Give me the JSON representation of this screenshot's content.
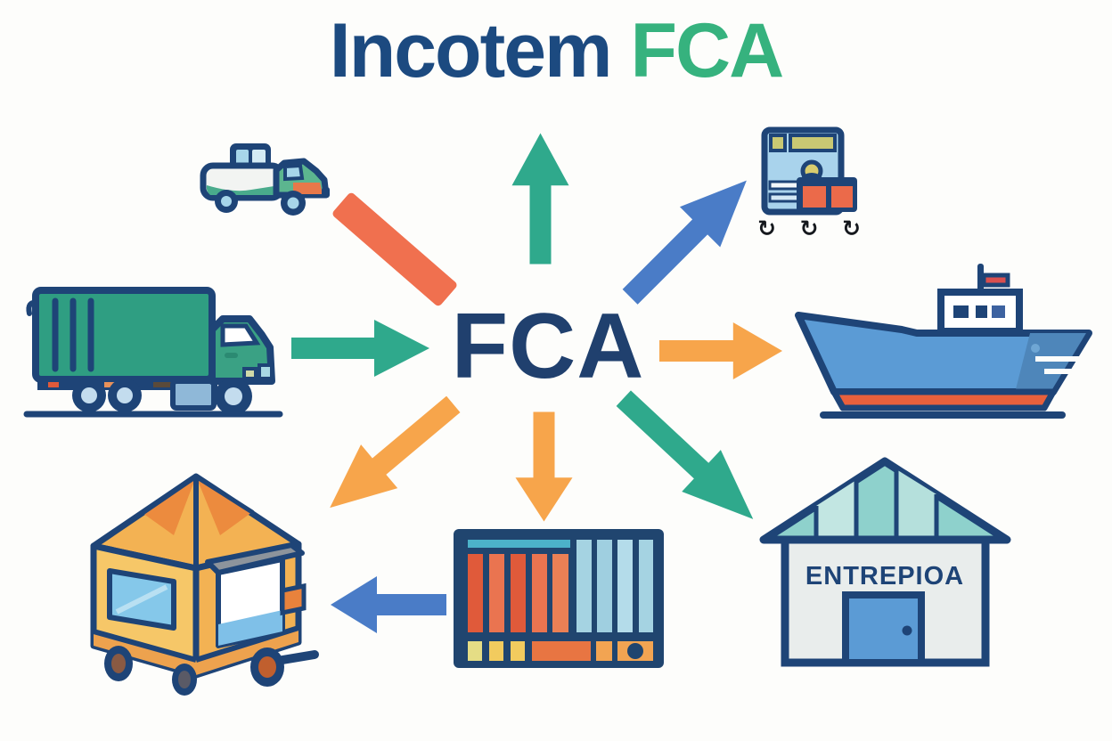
{
  "background": "#fdfdfb",
  "title": {
    "word1": "Incotem",
    "word2": "FCA",
    "word1_color": "#1c4a80",
    "word2_color": "#36b27e"
  },
  "center": {
    "label": "FCA",
    "color": "#20406e"
  },
  "nodes": {
    "pickup_truck": {
      "name": "pickup truck"
    },
    "cargo_truck": {
      "name": "cargo truck"
    },
    "checkout_counter": {
      "name": "checkout counter",
      "rotate_glyphs": [
        "↻",
        "↻",
        "↻"
      ]
    },
    "ship": {
      "name": "cargo ship"
    },
    "kiosk": {
      "name": "market kiosk cart"
    },
    "container": {
      "name": "shipping container"
    },
    "warehouse": {
      "name": "warehouse",
      "sign": "ENTREPIOA"
    }
  },
  "arrows": [
    {
      "id": "pickup-to-center",
      "direction": "down-right",
      "shape": "bar",
      "color": "#f0704f"
    },
    {
      "id": "center-up",
      "direction": "up",
      "shape": "arrow",
      "color": "#2fa98c"
    },
    {
      "id": "center-to-counter",
      "direction": "up-right",
      "shape": "arrow",
      "color": "#4a7cc7"
    },
    {
      "id": "truck-to-center",
      "direction": "right",
      "shape": "arrow",
      "color": "#2fa98c"
    },
    {
      "id": "center-to-ship",
      "direction": "right",
      "shape": "arrow",
      "color": "#f7a54b"
    },
    {
      "id": "center-to-kiosk",
      "direction": "down-left",
      "shape": "arrow",
      "color": "#f7a54b"
    },
    {
      "id": "center-to-container",
      "direction": "down",
      "shape": "arrow",
      "color": "#f7a54b"
    },
    {
      "id": "center-to-warehouse",
      "direction": "down-right",
      "shape": "arrow",
      "color": "#2fa98c"
    },
    {
      "id": "container-to-kiosk",
      "direction": "left",
      "shape": "arrow",
      "color": "#4a7cc7"
    }
  ],
  "palette": {
    "outline_navy": "#1e4477",
    "green": "#2fa98c",
    "orange": "#f7a54b",
    "red_orange": "#f0704f",
    "blue": "#4a7cc7",
    "ship_blue": "#5b9bd5",
    "kiosk_yellow": "#f6c768",
    "roof_teal": "#8ed1cc"
  }
}
